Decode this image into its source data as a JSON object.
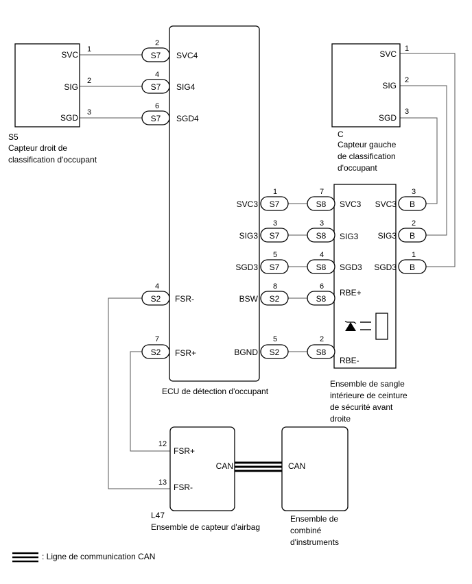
{
  "components": {
    "s5": {
      "code": "S5",
      "name_line1": "Capteur droit de",
      "name_line2": "classification d'occupant",
      "terminals": [
        "SVC",
        "SIG",
        "SGD"
      ],
      "pins": [
        "1",
        "2",
        "3"
      ]
    },
    "c": {
      "code": "C",
      "name_line1": "Capteur gauche",
      "name_line2": "de classification",
      "name_line3": "d'occupant",
      "terminals": [
        "SVC",
        "SIG",
        "SGD"
      ],
      "pins": [
        "1",
        "2",
        "3"
      ]
    },
    "ecu": {
      "name": "ECU de détection d'occupant",
      "left_terminals": [
        "SVC4",
        "SIG4",
        "SGD4",
        "FSR-",
        "FSR+"
      ],
      "right_terminals": [
        "SVC3",
        "SIG3",
        "SGD3",
        "BSW",
        "BGND"
      ]
    },
    "buckle": {
      "name_line1": "Ensemble de sangle",
      "name_line2": "intérieure de ceinture",
      "name_line3": "de sécurité avant",
      "name_line4": "droite",
      "left_terminals": [
        "SVC3",
        "SIG3",
        "SGD3",
        "RBE+",
        "RBE-"
      ],
      "right_terminals": [
        "SVC3",
        "SIG3",
        "SGD3"
      ]
    },
    "airbag": {
      "code": "L47",
      "name": "Ensemble de capteur d'airbag",
      "terminals": [
        "FSR+",
        "FSR-",
        "CAN"
      ],
      "pins": [
        "12",
        "13"
      ]
    },
    "meter": {
      "name_line1": "Ensemble de",
      "name_line2": "combiné",
      "name_line3": "d'instruments",
      "terminal": "CAN"
    }
  },
  "connectors": {
    "s7_top": [
      {
        "label": "S7",
        "pin": "2"
      },
      {
        "label": "S7",
        "pin": "4"
      },
      {
        "label": "S7",
        "pin": "6"
      }
    ],
    "s2_left": [
      {
        "label": "S2",
        "pin": "4"
      },
      {
        "label": "S2",
        "pin": "7"
      }
    ],
    "ecu_right": [
      {
        "label": "S7",
        "pin": "1"
      },
      {
        "label": "S7",
        "pin": "3"
      },
      {
        "label": "S7",
        "pin": "5"
      },
      {
        "label": "S2",
        "pin": "8"
      },
      {
        "label": "S2",
        "pin": "5"
      }
    ],
    "s8": [
      {
        "label": "S8",
        "pin": "7"
      },
      {
        "label": "S8",
        "pin": "3"
      },
      {
        "label": "S8",
        "pin": "4"
      },
      {
        "label": "S8",
        "pin": "6"
      },
      {
        "label": "S8",
        "pin": "2"
      }
    ],
    "b": [
      {
        "label": "B",
        "pin": "3"
      },
      {
        "label": "B",
        "pin": "2"
      },
      {
        "label": "B",
        "pin": "1"
      }
    ]
  },
  "legend": {
    "text": ": Ligne de communication CAN"
  },
  "colors": {
    "line": "#000000",
    "wire": "#555555"
  }
}
